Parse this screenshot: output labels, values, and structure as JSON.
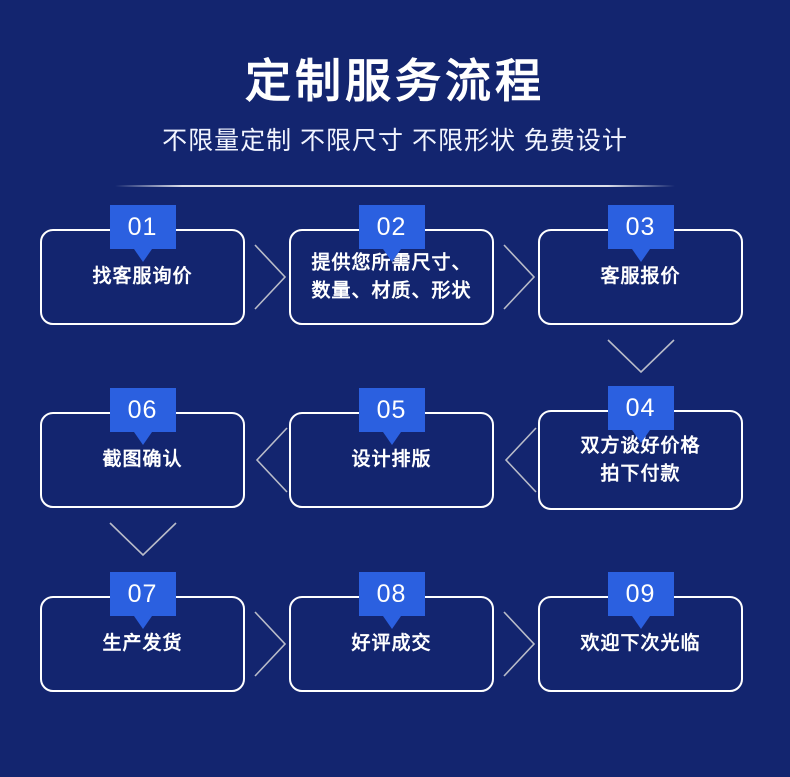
{
  "header": {
    "title": "定制服务流程",
    "subtitle": "不限量定制 不限尺寸 不限形状 免费设计"
  },
  "colors": {
    "background": "#13256f",
    "badge": "#2b60e0",
    "border": "#ffffff",
    "text": "#ffffff",
    "connector": "#b9bcc9"
  },
  "steps": [
    {
      "number": "01",
      "label": "找客服询价"
    },
    {
      "number": "02",
      "label": "提供您所需尺寸、\n数量、材质、形状"
    },
    {
      "number": "03",
      "label": "客服报价"
    },
    {
      "number": "04",
      "label": "双方谈好价格\n拍下付款"
    },
    {
      "number": "05",
      "label": "设计排版"
    },
    {
      "number": "06",
      "label": "截图确认"
    },
    {
      "number": "07",
      "label": "生产发货"
    },
    {
      "number": "08",
      "label": "好评成交"
    },
    {
      "number": "09",
      "label": "欢迎下次光临"
    }
  ]
}
